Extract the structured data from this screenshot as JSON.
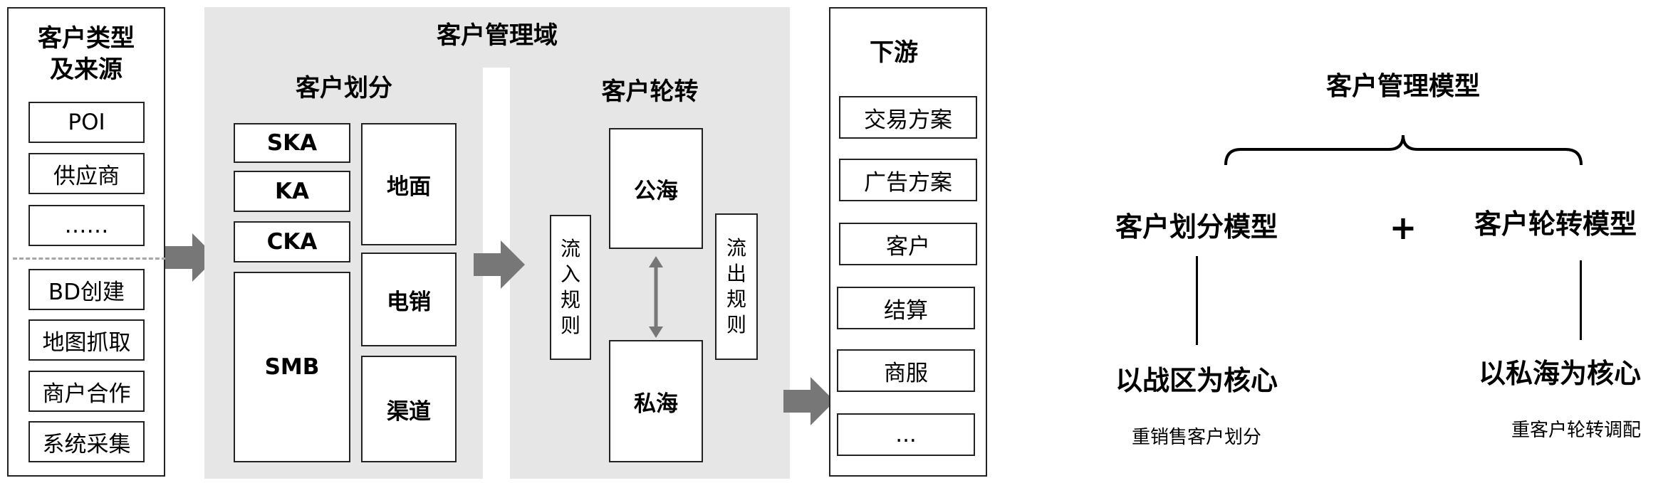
{
  "source": {
    "title": "客户类型\n及来源",
    "items_upper": [
      "POI",
      "供应商",
      "……"
    ],
    "items_lower": [
      "BD创建",
      "地图抓取",
      "商户合作",
      "系统采集"
    ]
  },
  "domain": {
    "title": "客户管理域",
    "division": {
      "title": "客户划分",
      "levels": [
        "SKA",
        "KA",
        "CKA",
        "SMB"
      ],
      "channels": [
        "地面",
        "电销",
        "渠道"
      ]
    },
    "rotation": {
      "title": "客户轮转",
      "inflow_rule": "流入规则",
      "outflow_rule": "流出规则",
      "public_sea": "公海",
      "private_sea": "私海"
    }
  },
  "downstream": {
    "title": "下游",
    "items": [
      "交易方案",
      "广告方案",
      "客户",
      "结算",
      "商服",
      "..."
    ]
  },
  "model": {
    "title": "客户管理模型",
    "plus": "+",
    "left": {
      "name": "客户划分模型",
      "core": "以战区为核心",
      "note": "重销售客户划分"
    },
    "right": {
      "name": "客户轮转模型",
      "core": "以私海为核心",
      "note": "重客户轮转调配"
    }
  },
  "colors": {
    "arrow": "#777777",
    "panel_gray": "#e6e6e6",
    "border": "#222222",
    "dash": "#a6a6a6"
  }
}
